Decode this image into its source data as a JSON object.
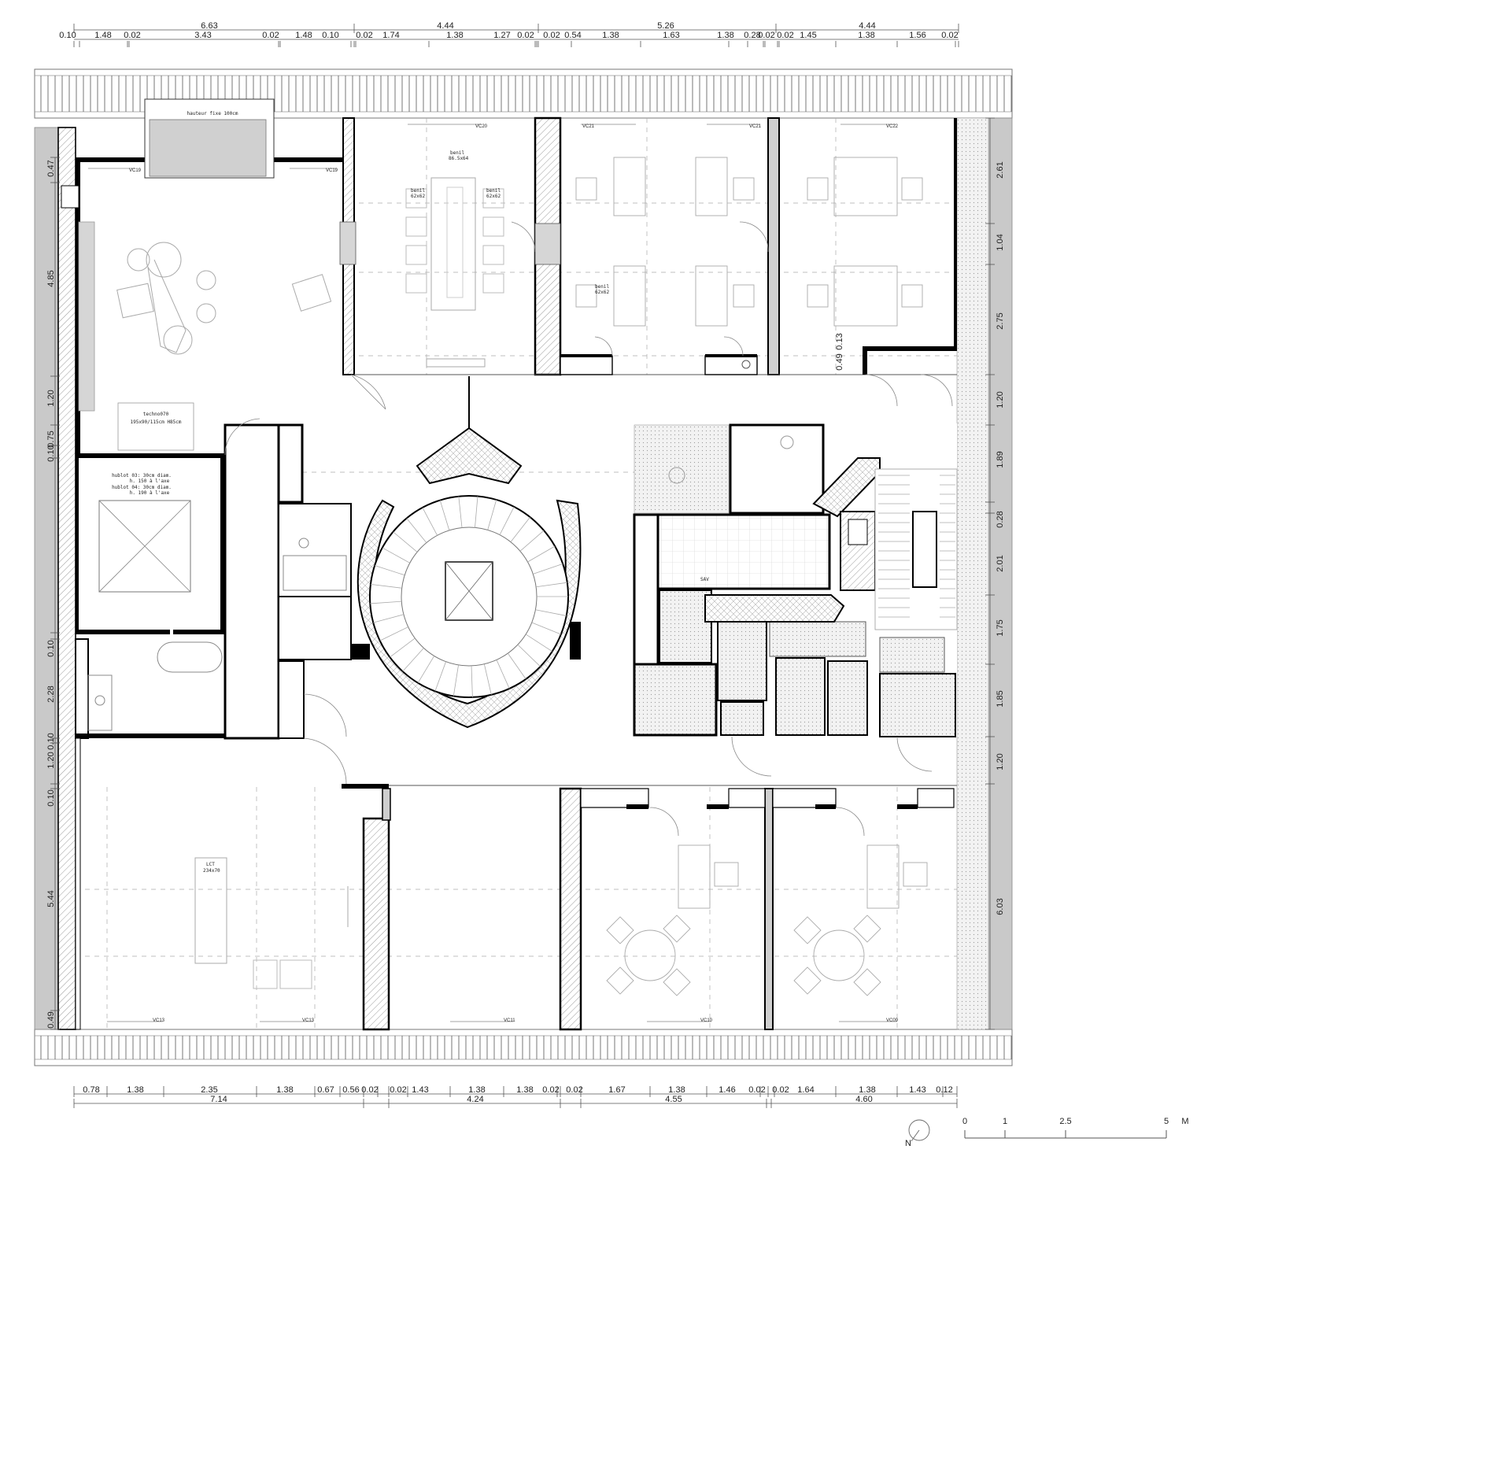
{
  "dimensions": {
    "top_totals": [
      "6.63",
      "4.44",
      "5.26",
      "4.44"
    ],
    "top_segments": [
      "0.10",
      "1.48",
      "0.02",
      "3.43",
      "0.02",
      "1.48",
      "0.10",
      "0.02",
      "1.74",
      "1.38",
      "1.27",
      "0.02",
      "0.02",
      "0.54",
      "1.38",
      "1.63",
      "1.38",
      "0.28",
      "0.02",
      "0.02",
      "1.45",
      "1.38",
      "1.56",
      "0.02"
    ],
    "bottom_segments": [
      "0.78",
      "1.38",
      "2.35",
      "1.38",
      "0.67",
      "0.56",
      "0.02",
      "0.02",
      "1.43",
      "1.38",
      "1.38",
      "0.02",
      "0.02",
      "1.67",
      "1.38",
      "1.46",
      "0.02",
      "0.02",
      "1.64",
      "1.38",
      "1.43",
      "0.12"
    ],
    "bottom_totals": [
      "7.14",
      "4.24",
      "4.55",
      "4.60"
    ],
    "left": [
      "0.47",
      "4.85",
      "1.20",
      "0.75",
      "0.10",
      "0.10",
      "2.28",
      "0.10",
      "1.20",
      "0.10",
      "5.44",
      "0.49"
    ],
    "right": [
      "2.61",
      "1.04",
      "2.75",
      "1.20",
      "1.89",
      "0.28",
      "2.01",
      "1.75",
      "1.85",
      "1.20",
      "6.03"
    ],
    "inner": [
      "0.13",
      "0.49"
    ]
  },
  "windows": {
    "vc19a": "VC19",
    "vc19b": "VC19",
    "vc20": "VC20",
    "vc21a": "VC21",
    "vc21b": "VC21",
    "vc22": "VC22",
    "vc13a": "VC13",
    "vc13b": "VC13",
    "vc11": "VC11",
    "vc10": "VC10",
    "vc09": "VC09"
  },
  "notes": {
    "hauteur": "hauteur fixe 100cm",
    "techno_1": "techno070",
    "techno_2": "195x90/115cm H85cm",
    "hublot_1": "hublot 03: 30cm diam.",
    "hublot_2": "h. 150 à l'axe",
    "hublot_3": "hublot 04: 30cm diam.",
    "hublot_4": "h. 190 à l'axe",
    "bench_1": "benil",
    "bench_2": "86.5x64",
    "benil_a": "benil",
    "benil_a2": "62x62",
    "benil_b": "benil",
    "benil_b2": "62x62",
    "benil_c": "benil",
    "benil_c2": "62x62",
    "table_1": "LCT",
    "table_2": "234x70",
    "sav": "SAV"
  },
  "scale": {
    "ticks": [
      "0",
      "1",
      "2.5",
      "5"
    ],
    "unit": "M",
    "north": "N"
  },
  "colors": {
    "wall": "#000000",
    "line": "#555555",
    "thin": "#9a9a9a",
    "hatch": "#c8c8c8",
    "fill_gray": "#cfcfcf"
  }
}
